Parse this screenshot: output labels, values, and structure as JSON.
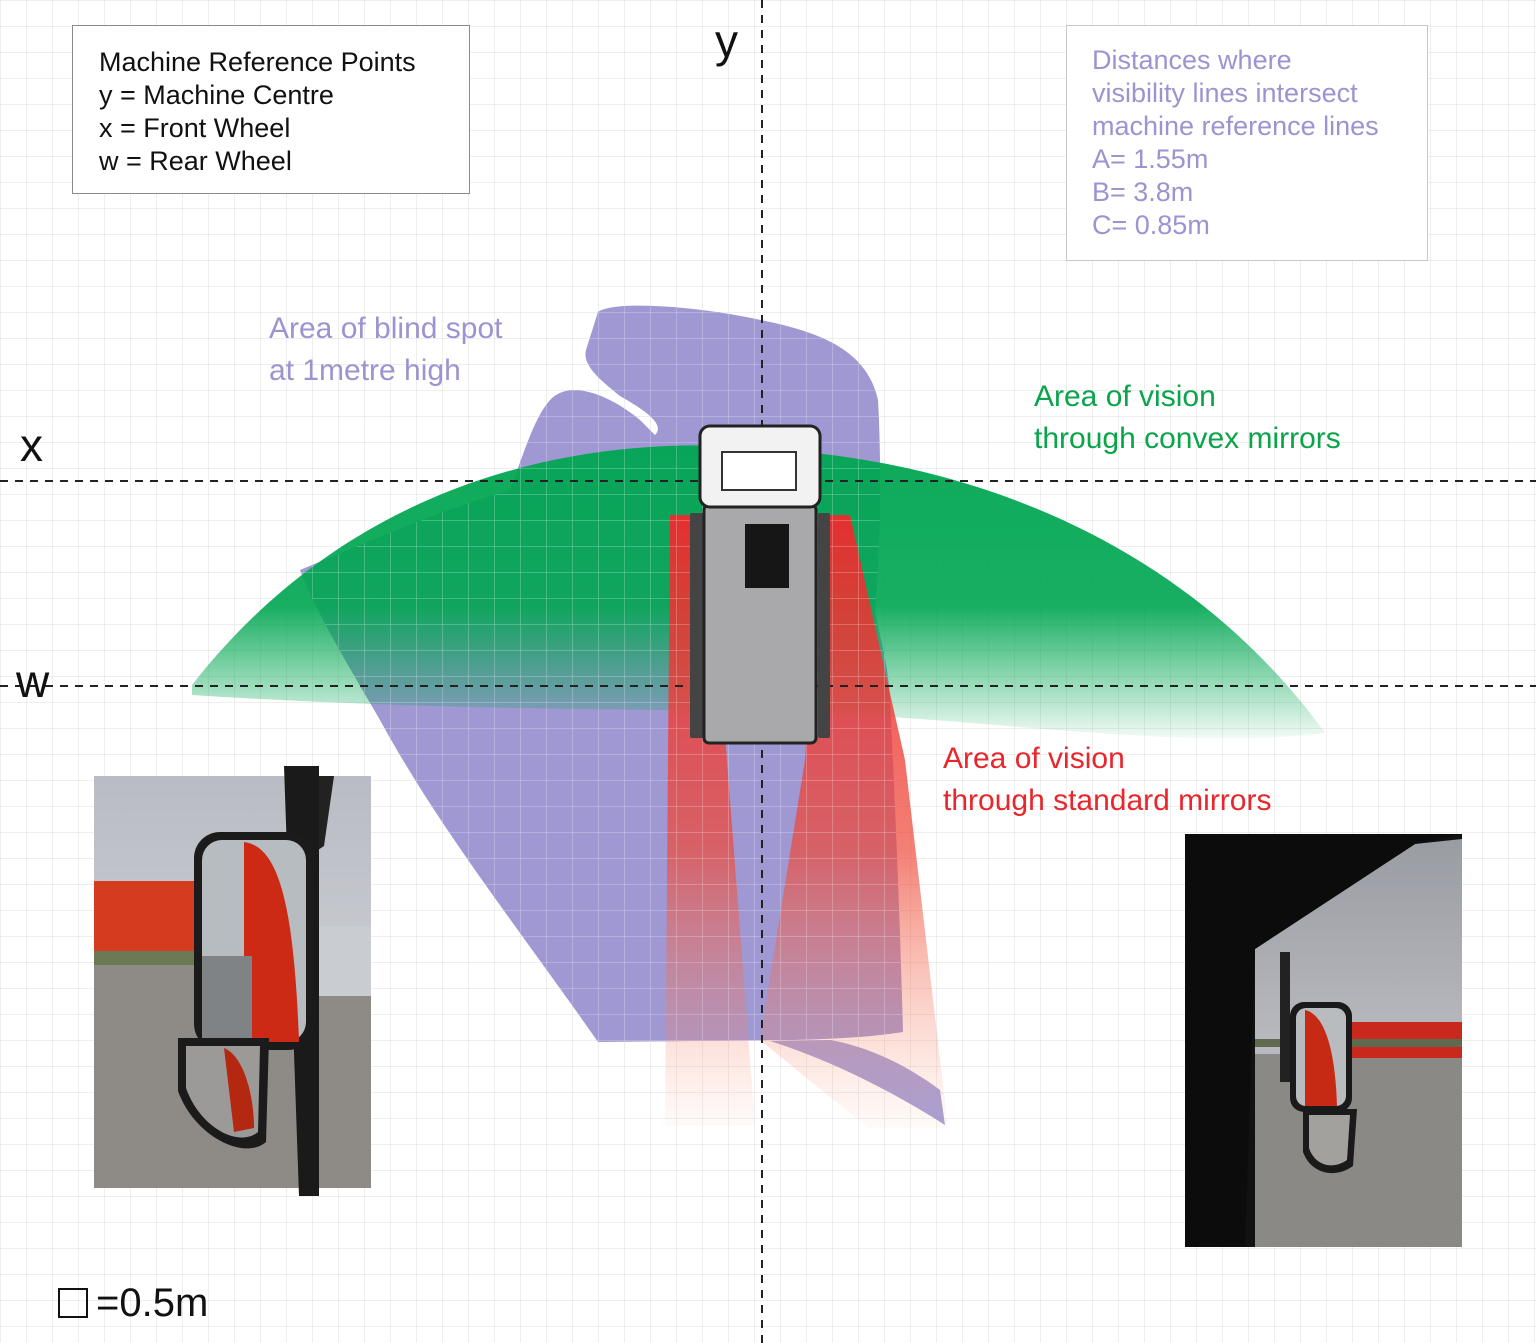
{
  "legend": {
    "title": "Machine Reference Points",
    "lines": [
      "y = Machine Centre",
      "x = Front Wheel",
      "w = Rear Wheel"
    ]
  },
  "distances": {
    "lines": [
      "Distances where",
      "visibility lines intersect",
      "machine reference lines"
    ],
    "values": [
      "A= 1.55m",
      "B= 3.8m",
      "C= 0.85m"
    ]
  },
  "axes": {
    "y": "y",
    "x": "x",
    "w": "w"
  },
  "areas": {
    "blind_spot": [
      "Area of blind spot",
      "at 1metre high"
    ],
    "convex": [
      "Area of vision",
      "through convex mirrors"
    ],
    "standard": [
      "Area of vision",
      "through standard mirrors"
    ]
  },
  "scale": {
    "text": "=0.5m"
  },
  "colors": {
    "blind_spot": "#9b94d0",
    "convex": "#00a651",
    "standard": "#ee2a2e",
    "grid": "#d9d9d9",
    "text_dark": "#111111"
  },
  "icons": {
    "scale_square": "square-outline-icon"
  }
}
